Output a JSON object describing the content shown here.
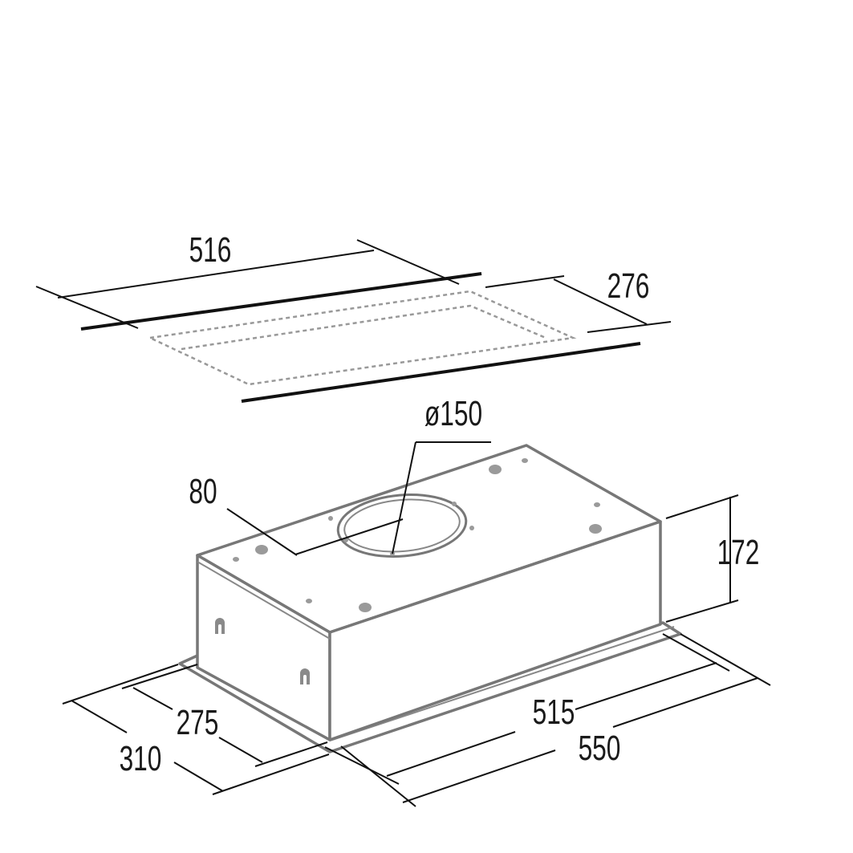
{
  "cutout": {
    "width": "516",
    "depth": "276"
  },
  "hood": {
    "outlet_diameter": "ø150",
    "outlet_offset": "80",
    "height": "172",
    "inner_depth": "275",
    "outer_depth": "310",
    "inner_width": "515",
    "outer_width": "550"
  }
}
